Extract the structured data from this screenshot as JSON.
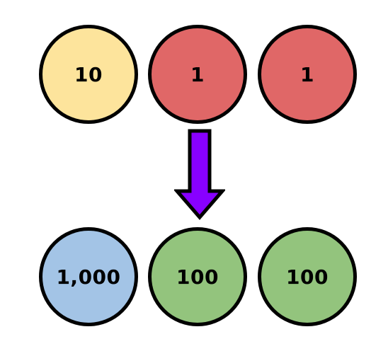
{
  "top_row": [
    {
      "label": "10",
      "color": "#fde49c"
    },
    {
      "label": "1",
      "color": "#e06767"
    },
    {
      "label": "1",
      "color": "#e06767"
    }
  ],
  "bottom_row": [
    {
      "label": "1,000",
      "color": "#a3c4e6"
    },
    {
      "label": "100",
      "color": "#93c47d"
    },
    {
      "label": "100",
      "color": "#93c47d"
    }
  ],
  "arrow": {
    "color": "#8800ff",
    "direction": "down"
  },
  "stroke_color": "#000000"
}
